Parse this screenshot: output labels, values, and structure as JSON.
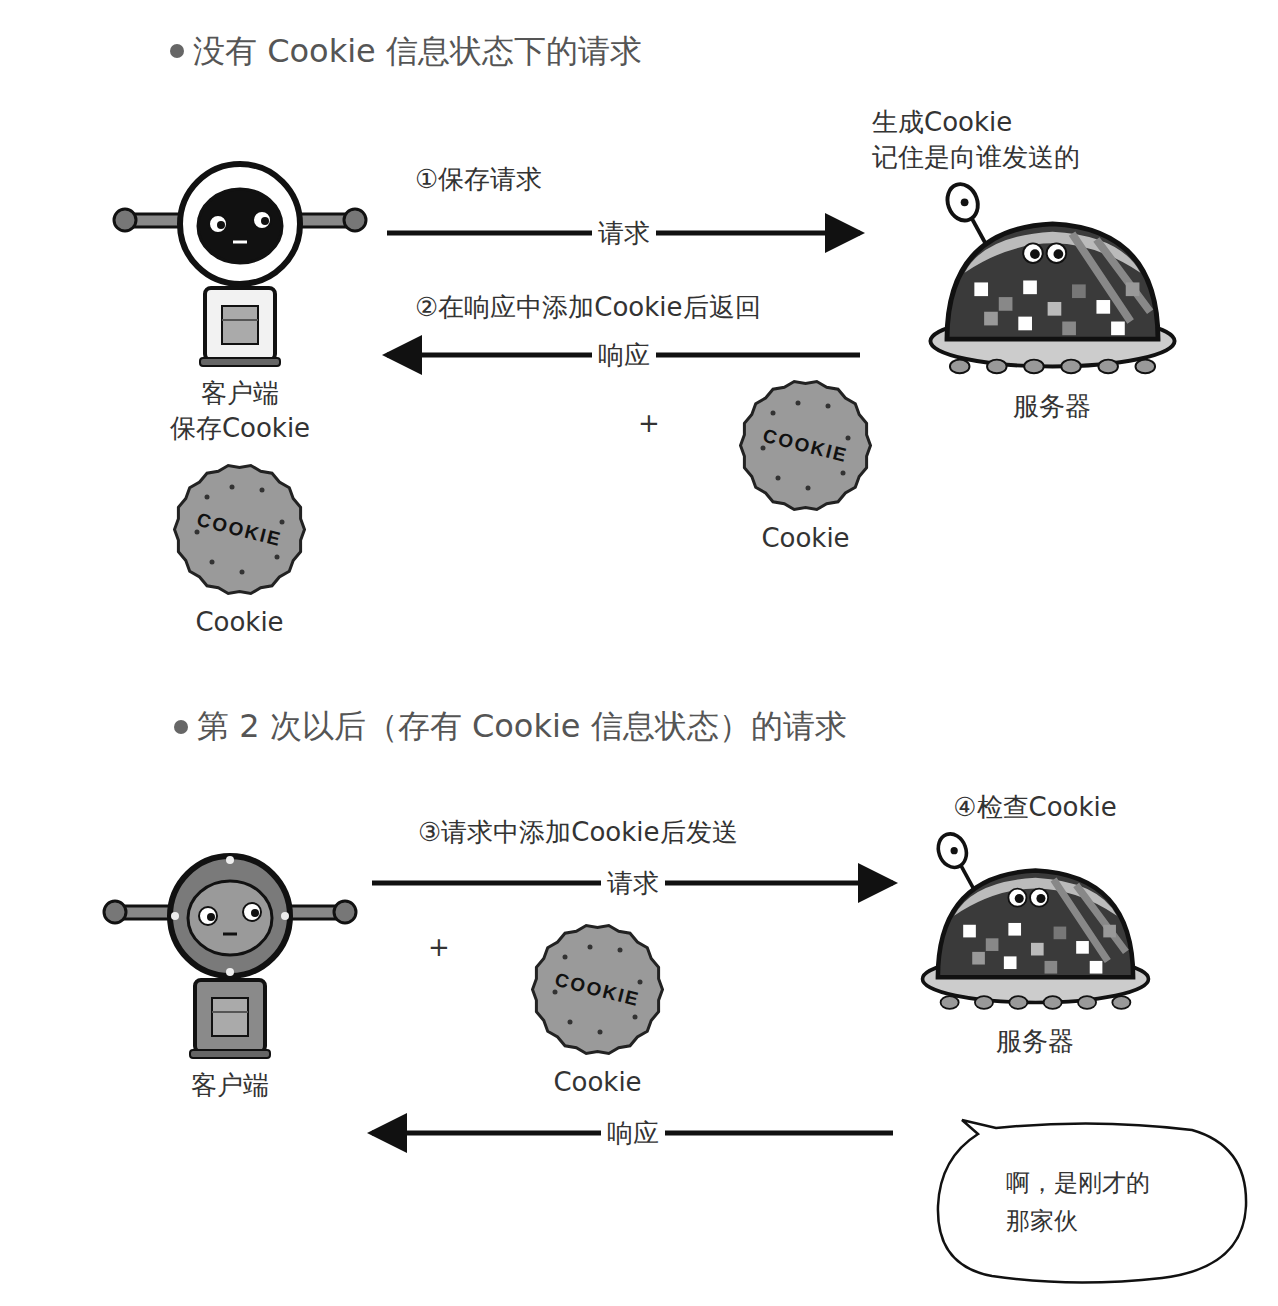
{
  "diagram": {
    "nodes": [
      {
        "text": [
          "客户端 保存Cookie"
        ]
      },
      {
        "text": [
          "生成Cookie 记住是向谁发送的",
          "服务器"
        ]
      },
      {
        "text": [
          "COOKIE",
          "Cookie"
        ]
      },
      {
        "text": [
          "COOKIE",
          "Cookie"
        ]
      },
      {
        "text": [
          "客户端"
        ]
      },
      {
        "text": [
          "COOKIE",
          "Cookie"
        ]
      },
      {
        "text": [
          "④检查Cookie",
          "服务器"
        ]
      },
      {
        "text": [
          "啊，是刚才的 那家伙"
        ]
      }
    ],
    "edges": [
      {
        "from": 0,
        "to": 1,
        "label": "请求",
        "arrow": "to"
      },
      {
        "from": 1,
        "to": 0,
        "label": "响应",
        "arrow": "to"
      },
      {
        "from": 4,
        "to": 6,
        "label": "请求",
        "arrow": "to"
      },
      {
        "from": 6,
        "to": 4,
        "label": "响应",
        "arrow": "to"
      }
    ],
    "labels": [
      "没有 Cookie 信息状态下的请求",
      "①保存请求",
      "②在响应中添加Cookie后返回",
      "+",
      "第 2 次以后（存有 Cookie 信息状态）的请求",
      "③请求中添加Cookie后发送",
      "+"
    ]
  }
}
